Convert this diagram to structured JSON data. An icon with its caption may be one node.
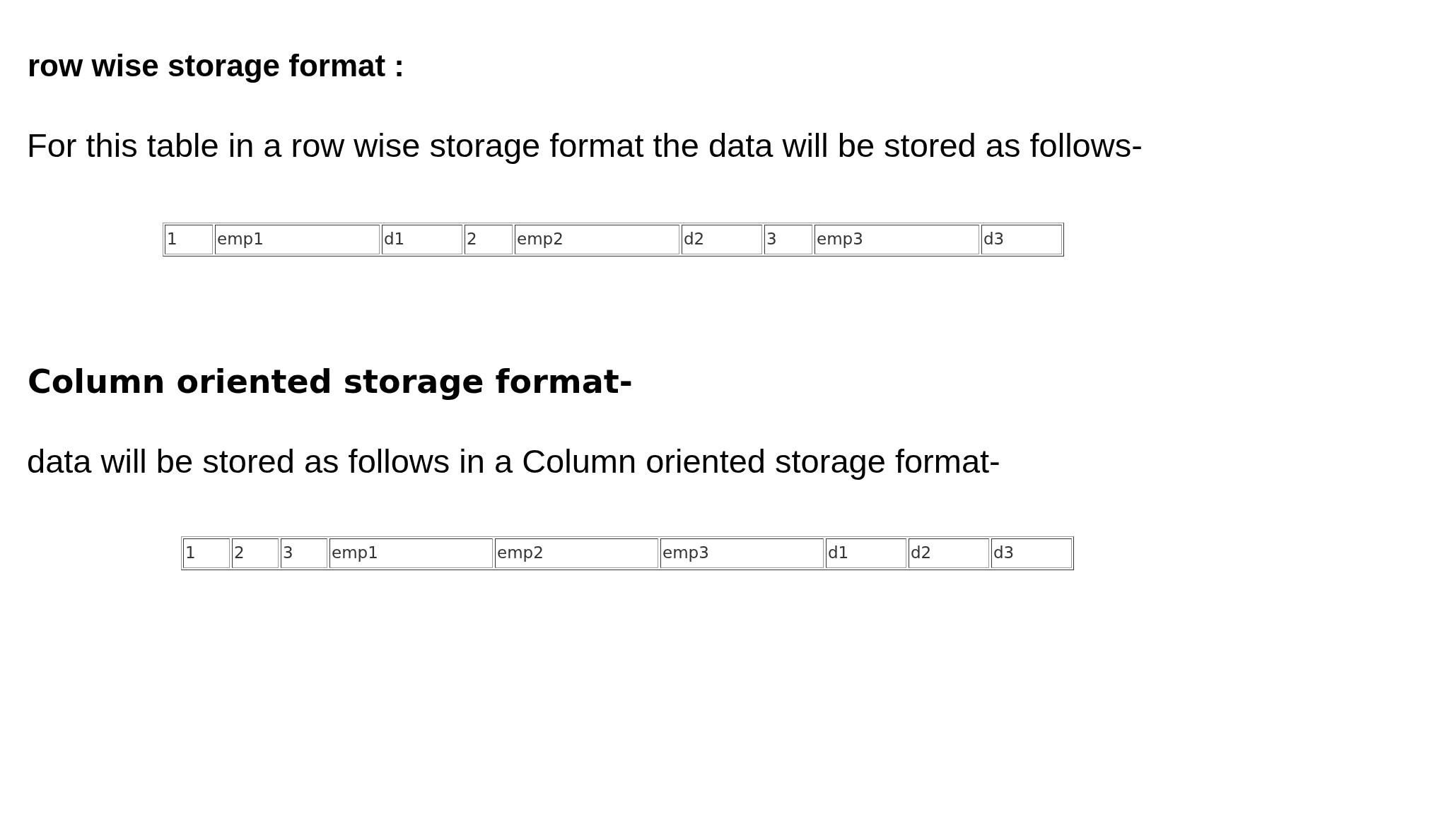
{
  "diagram": {
    "labels": [
      "row wise storage format :",
      "For this table in a row wise storage format the data will be stored as follows-",
      "1",
      "emp1",
      "d1",
      "2",
      "emp2",
      "d2",
      "3",
      "emp3",
      "d3",
      "Column oriented storage format-",
      "data will be stored as follows in a Column oriented storage format-",
      "1",
      "2",
      "3",
      "emp1",
      "emp2",
      "emp3",
      "d1",
      "d2",
      "d3"
    ]
  }
}
